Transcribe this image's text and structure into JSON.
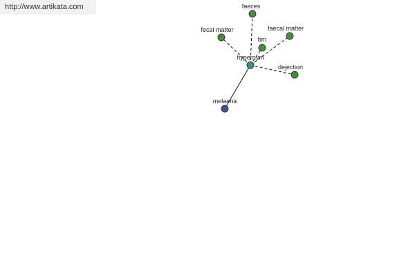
{
  "watermark": {
    "url": "http://www.artikata.com"
  },
  "colors": {
    "related": "#4a8c3f",
    "center": "#3f8c8c",
    "linked": "#3f4f8c"
  },
  "graph": {
    "center": {
      "id": "hypernym",
      "label": "hypernym",
      "kind": "center"
    },
    "nodes": [
      {
        "id": "faeces",
        "label": "faeces",
        "kind": "related"
      },
      {
        "id": "fecal-matter",
        "label": "fecal matter",
        "kind": "related"
      },
      {
        "id": "faecal-matter",
        "label": "faecal matter",
        "kind": "related"
      },
      {
        "id": "bm",
        "label": "bm",
        "kind": "related"
      },
      {
        "id": "dejection",
        "label": "dejection",
        "kind": "related"
      },
      {
        "id": "melaena",
        "label": "melaena",
        "kind": "linked"
      }
    ],
    "edges": [
      {
        "from": "hypernym",
        "to": "faeces",
        "style": "dashed"
      },
      {
        "from": "hypernym",
        "to": "fecal-matter",
        "style": "dashed"
      },
      {
        "from": "hypernym",
        "to": "faecal-matter",
        "style": "dashed"
      },
      {
        "from": "hypernym",
        "to": "bm",
        "style": "dashed"
      },
      {
        "from": "hypernym",
        "to": "dejection",
        "style": "dashed"
      },
      {
        "from": "hypernym",
        "to": "melaena",
        "style": "solid"
      }
    ]
  }
}
